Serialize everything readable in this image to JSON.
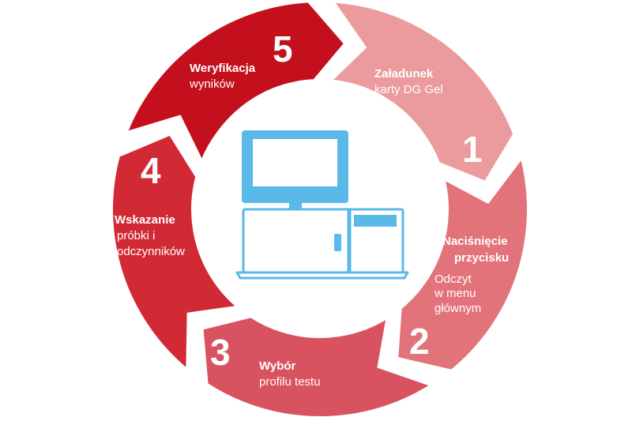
{
  "colors": {
    "step1": "#eb9a9d",
    "step2": "#e3737a",
    "step3": "#d95260",
    "step4": "#d12a35",
    "step5": "#c4101c",
    "device": "#5ab9e8",
    "background": "#ffffff"
  },
  "steps": [
    {
      "number": "1",
      "title": "Załadunek",
      "desc": [
        "karty DG Gel"
      ]
    },
    {
      "number": "2",
      "title": "Naciśnięcie przycisku",
      "title_lines": [
        "Naciśnięcie",
        "przycisku"
      ],
      "desc": [
        "Odczyt",
        "w menu",
        "głównym"
      ]
    },
    {
      "number": "3",
      "title": "Wybór",
      "desc": [
        "profilu testu"
      ]
    },
    {
      "number": "4",
      "title": "Wskazanie",
      "desc": [
        "próbki i",
        "odczynników"
      ]
    },
    {
      "number": "5",
      "title": "Weryfikacja",
      "desc": [
        "wyników"
      ]
    }
  ],
  "center": {
    "icon": "analyzer-device-icon"
  }
}
